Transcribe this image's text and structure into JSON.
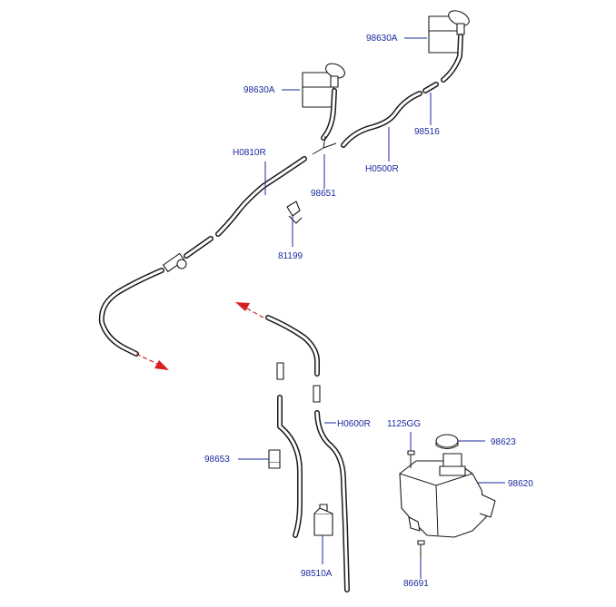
{
  "labels": {
    "nozzle_right": "98630A",
    "nozzle_left": "98630A",
    "hose_main": "H0810R",
    "hose_front": "H0500R",
    "connector_98516": "98516",
    "connector_98651": "98651",
    "clip": "81199",
    "hose_rear": "H0600R",
    "bolt": "1125GG",
    "cap": "98623",
    "reservoir": "98620",
    "holder": "98653",
    "pump": "98510A",
    "screw": "86691"
  },
  "colors": {
    "label_text": "#1a2a9e",
    "arrow": "#d62020",
    "line": "#1a1a1a"
  }
}
